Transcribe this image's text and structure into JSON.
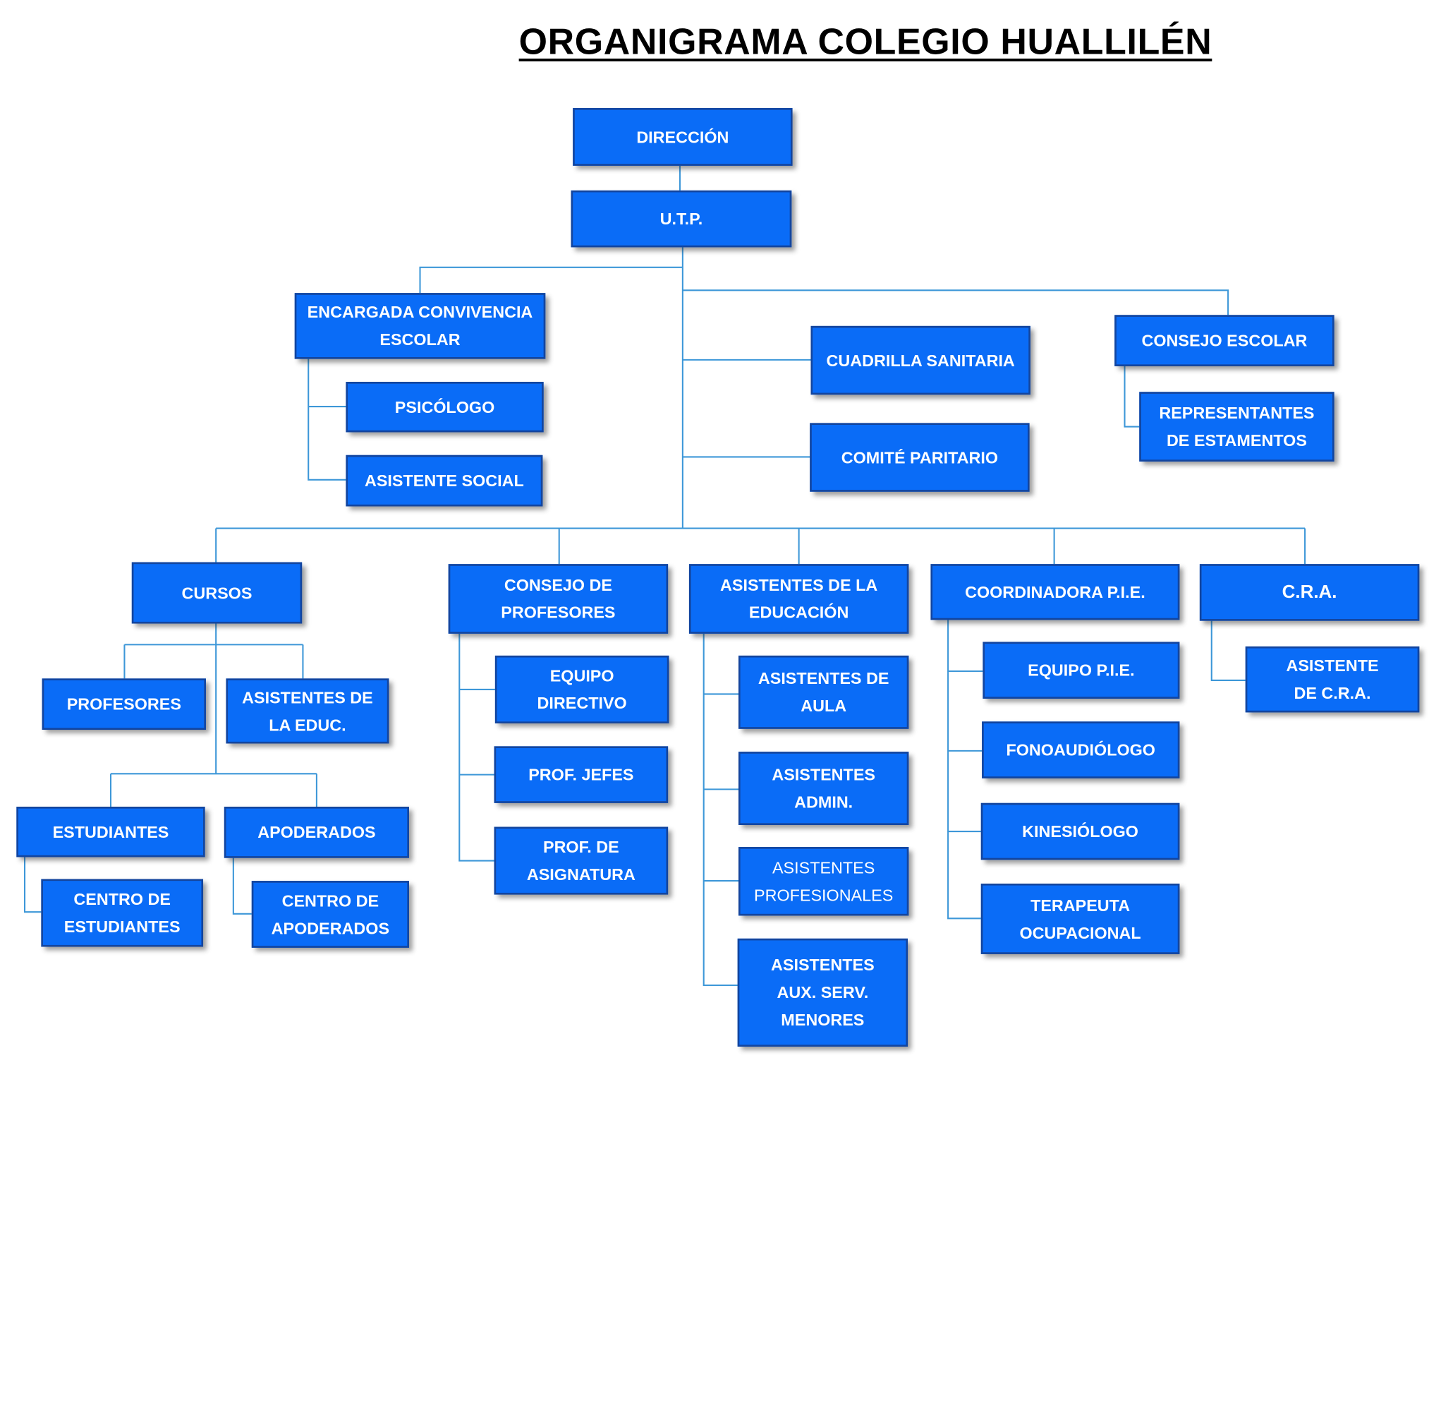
{
  "title": "ORGANIGRAMA COLEGIO HUALLILÉN",
  "colors": {
    "box_fill": "#0a6cf7",
    "box_border": "#13459e",
    "connector": "#3d97d8",
    "text": "#ffffff"
  },
  "nodes": {
    "direccion": "DIRECCIÓN",
    "utp": "U.T.P.",
    "encargada_convivencia": "ENCARGADA CONVIVENCIA ESCOLAR",
    "psicologo": "PSICÓLOGO",
    "asistente_social": "ASISTENTE SOCIAL",
    "cuadrilla_sanitaria": "CUADRILLA SANITARIA",
    "comite_paritario": "COMITÉ PARITARIO",
    "consejo_escolar": "CONSEJO ESCOLAR",
    "representantes_estamentos": "REPRESENTANTES DE ESTAMENTOS",
    "cursos": "CURSOS",
    "profesores": "PROFESORES",
    "asistentes_educ": "ASISTENTES DE LA EDUC.",
    "estudiantes": "ESTUDIANTES",
    "apoderados": "APODERADOS",
    "centro_estudiantes": "CENTRO DE ESTUDIANTES",
    "centro_apoderados": "CENTRO DE APODERADOS",
    "consejo_profesores": "CONSEJO DE PROFESORES",
    "equipo_directivo": "EQUIPO DIRECTIVO",
    "prof_jefes": "PROF. JEFES",
    "prof_asignatura": "PROF. DE ASIGNATURA",
    "asistentes_educacion": "ASISTENTES DE LA EDUCACIÓN",
    "asistentes_aula": "ASISTENTES DE AULA",
    "asistentes_admin": "ASISTENTES ADMIN.",
    "asistentes_profesionales": "ASISTENTES PROFESIONALES",
    "asistentes_aux": "ASISTENTES AUX. SERV. MENORES",
    "coordinadora_pie": "COORDINADORA P.I.E.",
    "equipo_pie": "EQUIPO P.I.E.",
    "fonoaudiologo": "FONOAUDIÓLOGO",
    "kinesiologo": "KINESIÓLOGO",
    "terapeuta": "TERAPEUTA OCUPACIONAL",
    "cra": "C.R.A.",
    "asistente_cra": "ASISTENTE DE C.R.A."
  }
}
